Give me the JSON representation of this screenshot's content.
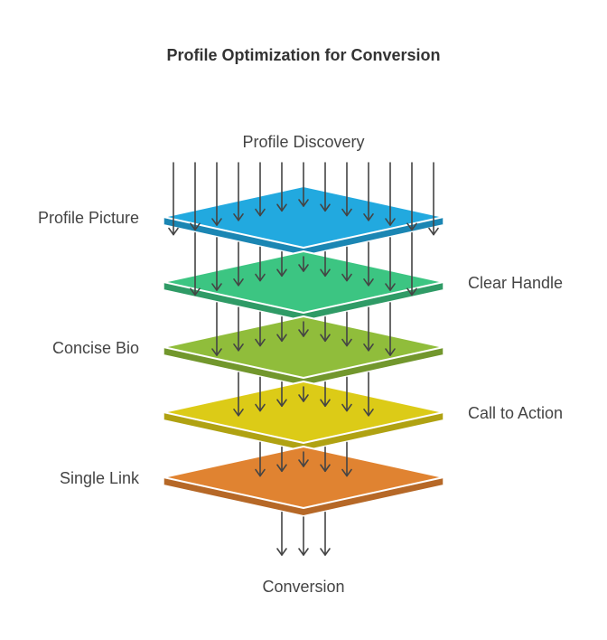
{
  "title": "Profile Optimization for Conversion",
  "top_label": "Profile Discovery",
  "bottom_label": "Conversion",
  "layers": [
    {
      "label": "Profile Picture",
      "side": "left",
      "top_color": "#22a9df",
      "side_color": "#1b86b3"
    },
    {
      "label": "Clear Handle",
      "side": "right",
      "top_color": "#3cc582",
      "side_color": "#2f9b66"
    },
    {
      "label": "Concise Bio",
      "side": "left",
      "top_color": "#90bd3b",
      "side_color": "#72972d"
    },
    {
      "label": "Call to Action",
      "side": "right",
      "top_color": "#dccb17",
      "side_color": "#b0a212"
    },
    {
      "label": "Single Link",
      "side": "left",
      "top_color": "#e08331",
      "side_color": "#b66827"
    }
  ],
  "arrow_counts": [
    13,
    11,
    9,
    7,
    5,
    3
  ],
  "arrow_color": "#444444"
}
